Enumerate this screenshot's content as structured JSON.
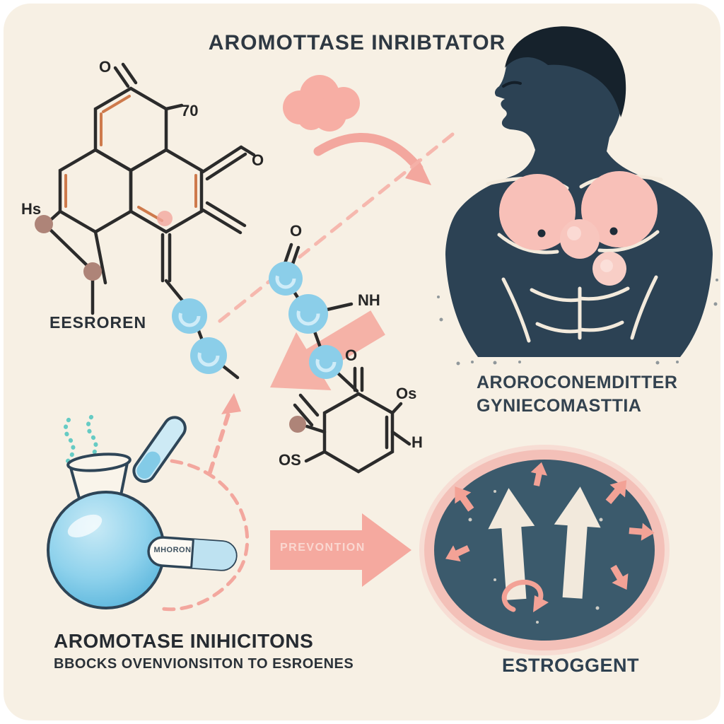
{
  "title": "AROMOTTASE INRIBTATOR",
  "left_molecule": {
    "name_label": "EESROREN",
    "atom_labels": {
      "o_top": "O",
      "seventy": "70",
      "o_right": "O",
      "hs": "Hs"
    }
  },
  "mid_molecule": {
    "atom_labels": {
      "o_upper": "O",
      "nh": "NH",
      "o_ring": "O",
      "os_right": "Os",
      "h_right": "H",
      "os_left": "OS"
    }
  },
  "torso": {
    "caption_line1": "AROROCONEMDITTER",
    "caption_line2": "GYNIECOMASTTIA"
  },
  "flask": {
    "pill_label": "MHORON"
  },
  "prevention": {
    "arrow_label": "PREVONTION"
  },
  "footer_left": {
    "heading": "AROMOTASE INIHICITONS",
    "subheading": "BBOCKS OVENVIONSITON TO ESROENES"
  },
  "footer_right": {
    "label": "ESTROGGENT"
  },
  "colors": {
    "background": "#F7F0E4",
    "panel_border": "#FFFFFF",
    "ink": "#2B2B2B",
    "navy_body": "#2C4254",
    "hair": "#16222C",
    "pink": "#F5A89E",
    "pink_light": "#F8C3BB",
    "blue": "#8BCEE9",
    "teal": "#66CBC4",
    "mauve": "#AE8478",
    "orange": "#CE7A4C",
    "cream_line": "#F3EADC",
    "oval_fill": "#3B5A6C"
  }
}
